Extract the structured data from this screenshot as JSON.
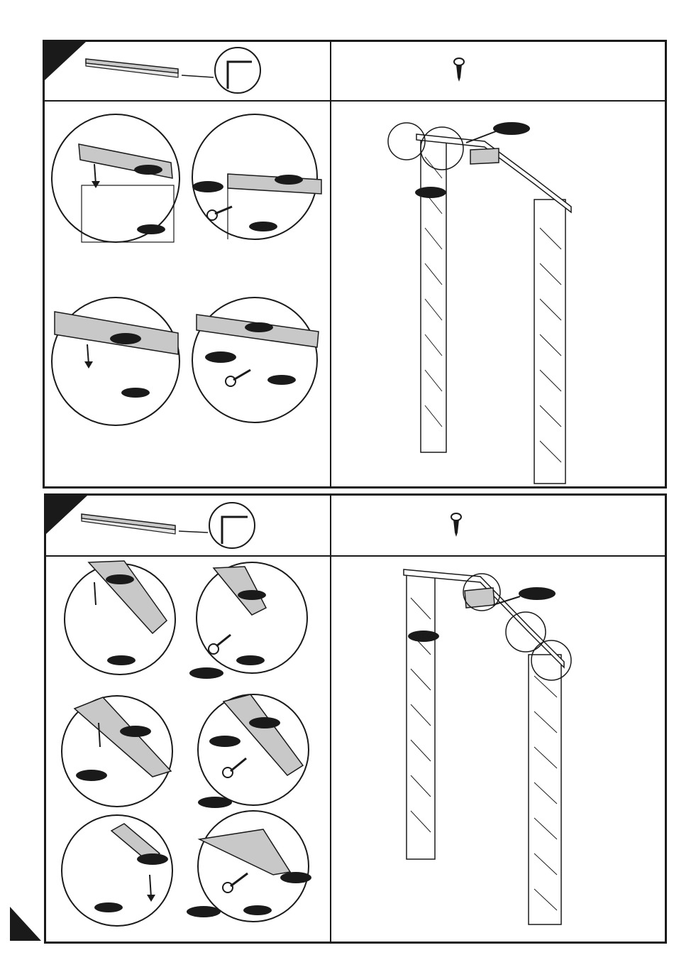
{
  "document": {
    "type": "assembly-instructions",
    "steps": [
      {
        "id": "step-a",
        "parts_header": {
          "part": "angle-bar",
          "hardware": "screw"
        },
        "details": [
          "insert-bar",
          "screw-bar",
          "insert-bar-2",
          "screw-bar-2"
        ],
        "overview": "frame-with-top-bar"
      },
      {
        "id": "step-b",
        "parts_header": {
          "part": "angle-bar",
          "hardware": "screw"
        },
        "details": [
          "insert-roof-bar",
          "screw-roof-bar",
          "insert-roof-bar-2",
          "screw-roof-bar-2",
          "insert-roof-bar-3",
          "screw-roof-bar-3"
        ],
        "overview": "frame-with-roof-bar"
      }
    ]
  },
  "colors": {
    "ink": "#1a1a1a",
    "bar_fill": "#c8c8c8",
    "paper": "#ffffff"
  },
  "icons": [
    "angle-bar-icon",
    "angle-profile-icon",
    "screw-icon",
    "pointer-arrow-icon",
    "label-oval-icon"
  ]
}
